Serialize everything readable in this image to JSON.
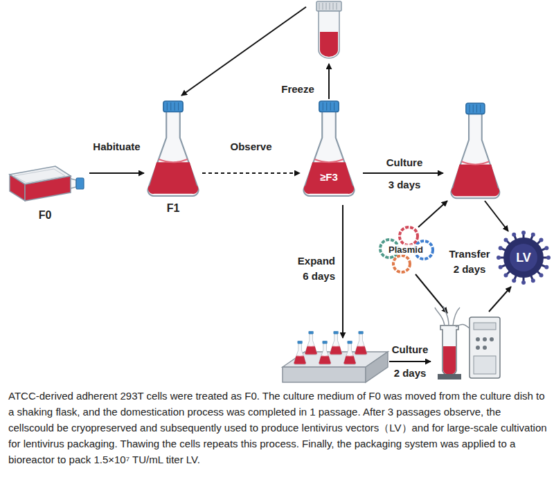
{
  "diagram": {
    "caption": "ATCC-derived adherent 293T cells were treated as F0. The culture medium of F0 was moved from the culture dish to a shaking flask, and the domestication process was completed in 1 passage. After 3 passages observe, the cellscould be cryopreserved and subsequently used to produce lentivirus vectors（LV）and for large-scale cultivation for lentivirus packaging. Thawing the cells repeats this process. Finally, the packaging system was applied to a bioreactor to pack 1.5×10⁷ TU/mL titer LV.",
    "nodes": [
      {
        "text": [
          "F0"
        ]
      },
      {
        "text": [
          "F1"
        ]
      },
      {
        "text": [
          "≥F3"
        ]
      },
      {
        "text": [
          "Plasmid"
        ]
      },
      {
        "text": [
          "LV"
        ]
      }
    ],
    "edges": [
      {
        "from": 0,
        "to": 1,
        "label": "Habituate",
        "arrow": "to"
      },
      {
        "from": 1,
        "to": 2,
        "label": "Observe",
        "arrow": "to"
      }
    ],
    "labels": [
      "Freeze",
      "Culture",
      "3 days",
      "Transfer",
      "2 days",
      "Expand",
      "6 days",
      "Culture",
      "2 days"
    ]
  }
}
